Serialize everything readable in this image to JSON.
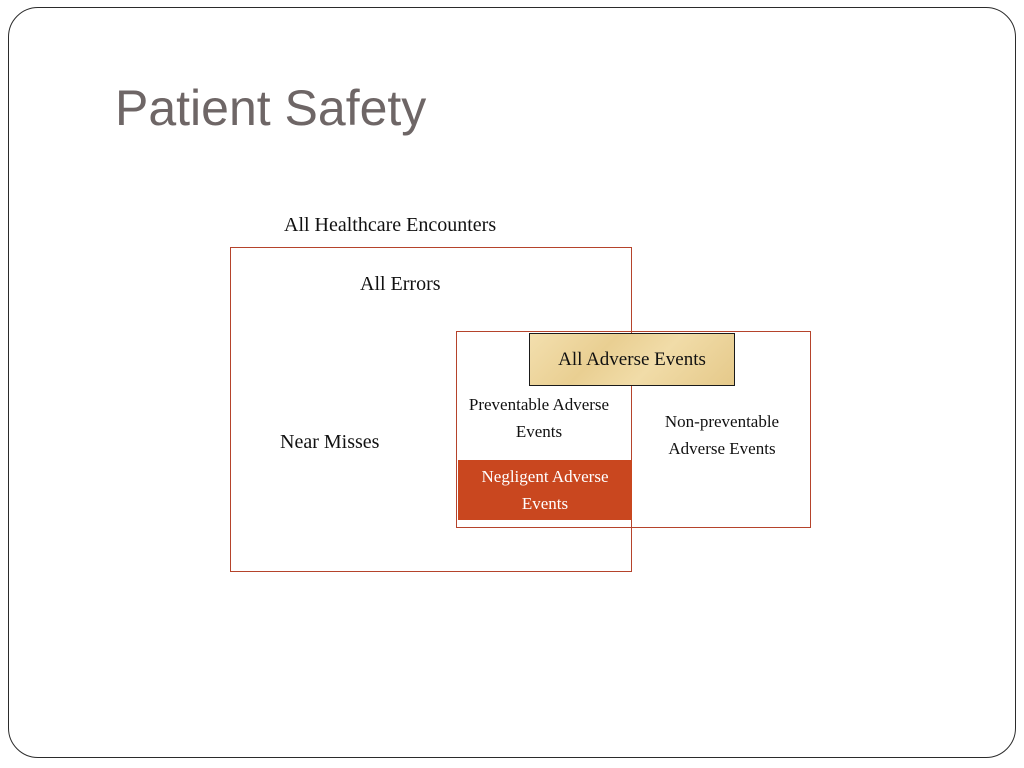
{
  "slide": {
    "title": "Patient Safety"
  },
  "diagram": {
    "all_encounters": "All Healthcare Encounters",
    "all_errors": "All Errors",
    "near_misses": "Near Misses",
    "all_adverse_events": "All Adverse Events",
    "preventable": "Preventable Adverse Events",
    "non_preventable": "Non-preventable Adverse Events",
    "negligent": "Negligent Adverse Events"
  },
  "colors": {
    "border_accent": "#b5432b",
    "negligent_fill": "#c9471f",
    "adverse_fill": "#f1dca8",
    "title_text": "#6e6666"
  }
}
